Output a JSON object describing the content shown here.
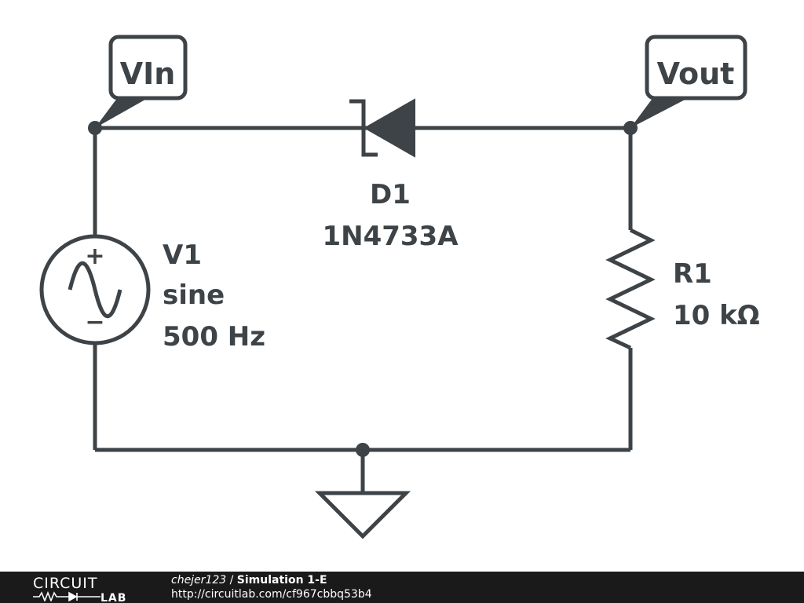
{
  "labels": {
    "vin": "VIn",
    "vout": "Vout"
  },
  "components": {
    "source": {
      "name": "V1",
      "type": "sine",
      "frequency": "500 Hz",
      "plus": "+",
      "minus": "−"
    },
    "diode": {
      "name": "D1",
      "part": "1N4733A"
    },
    "resistor": {
      "name": "R1",
      "value": "10 kΩ"
    }
  },
  "footer": {
    "logo_top": "CIRCUIT",
    "logo_bottom": "LAB",
    "user": "chejer123",
    "separator": " / ",
    "project": "Simulation 1-E",
    "url": "http://circuitlab.com/cf967cbbq53b4"
  },
  "colors": {
    "wire": "#3d4347",
    "footer_bg": "#1a1a1a"
  }
}
